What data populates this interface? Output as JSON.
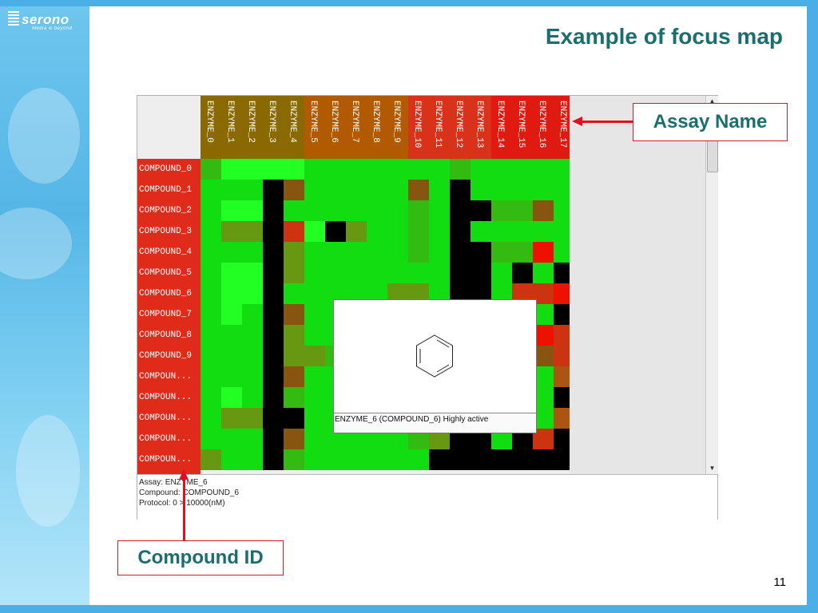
{
  "logo": {
    "name": "serono",
    "tagline": "Media & beyond"
  },
  "slide": {
    "title": "Example of focus map",
    "page_number": "11"
  },
  "callouts": {
    "assay": "Assay Name",
    "compound": "Compound ID"
  },
  "heatmap": {
    "columns": [
      "ENZYME_0",
      "ENZYME_1",
      "ENZYME_2",
      "ENZYME_3",
      "ENZYME_4",
      "ENZYME_5",
      "ENZYME_6",
      "ENZYME_7",
      "ENZYME_8",
      "ENZYME_9",
      "ENZYME_10",
      "ENZYME_11",
      "ENZYME_12",
      "ENZYME_13",
      "ENZYME_14",
      "ENZYME_15",
      "ENZYME_16",
      "ENZYME_17"
    ],
    "column_colors": [
      "#8a6a00",
      "#8a6a00",
      "#8a6a00",
      "#8a6a00",
      "#8a6a00",
      "#b15a00",
      "#b15a00",
      "#b15a00",
      "#b15a00",
      "#b15a00",
      "#d8321a",
      "#d8321a",
      "#d8321a",
      "#d8321a",
      "#e01a10",
      "#e01a10",
      "#e01a10",
      "#e01a10"
    ],
    "rows": [
      "COMPOUND_0",
      "COMPOUND_1",
      "COMPOUND_2",
      "COMPOUND_3",
      "COMPOUND_4",
      "COMPOUND_5",
      "COMPOUND_6",
      "COMPOUND_7",
      "COMPOUND_8",
      "COMPOUND_9",
      "COMPOUN...",
      "COMPOUN...",
      "COMPOUN...",
      "COMPOUN...",
      "COMPOUN..."
    ],
    "palette": {
      "G": "#11dd11",
      "L": "#22ff22",
      "M": "#33bb11",
      "O": "#669911",
      "B": "#885511",
      "R": "#cc3311",
      "E": "#ee1100",
      "K": "#000000",
      "A": "#aa5511"
    },
    "cells": [
      "MLLLLGGGGGGGMGGGGG",
      "GGGKBGGGGGBGKGGGGG",
      "GLLKGGGGGGMGKKMMBG",
      "GOOKRLKOGGMGKGGGGG",
      "GGGKOGGGGGMGKKMMEG",
      "GLLKOGGGGGGGKKGKGK",
      "GLLKGGGGGOOGKKGRRE",
      "GLGKBGGGGGGGGGGGGK",
      "GGGKOGGGGGGGGGGGER",
      "GGGKOOMGGGGGGGGGBR",
      "GGGKBGGGGGGGGGGGGA",
      "GLGKMGGGGGGGGGGGGK",
      "GOOKKGGGGGGGGGGGGA",
      "GGGKBGGGGGMOKKGKRK",
      "OGGKMGGGGGGKKKKKKK"
    ]
  },
  "status": {
    "assay": "Assay: ENZYME_6",
    "compound": "Compound: COMPOUND_6",
    "protocol": "Protocol: 0 > 10000(nM)"
  },
  "tooltip": {
    "caption": "ENZYME_6 (COMPOUND_6) Highly active",
    "structure_icon": "benzene-ring-icon"
  }
}
